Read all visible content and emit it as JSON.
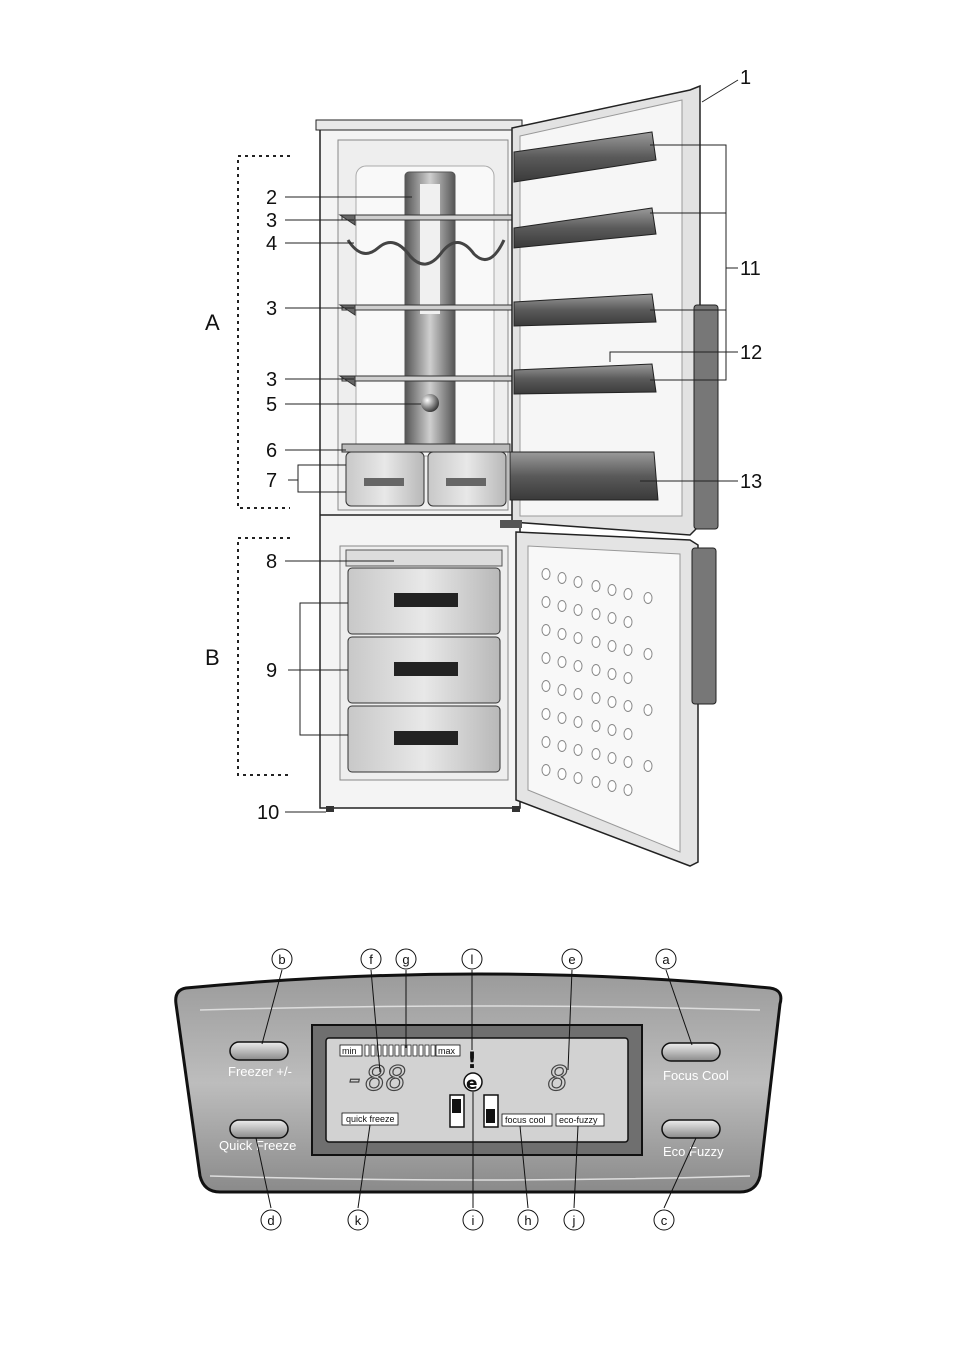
{
  "fridge": {
    "callouts": [
      "1",
      "2",
      "3",
      "4",
      "3",
      "3",
      "5",
      "6",
      "7",
      "8",
      "9",
      "10",
      "11",
      "12",
      "13"
    ],
    "sections": [
      "A",
      "B"
    ]
  },
  "panel": {
    "circle_labels_top": [
      "b",
      "f",
      "g",
      "l",
      "e",
      "a"
    ],
    "circle_labels_bottom": [
      "d",
      "k",
      "i",
      "h",
      "j",
      "c"
    ],
    "buttons": {
      "freezer": "Freezer +/-",
      "quick_freeze": "Quick Freeze",
      "focus_cool": "Focus Cool",
      "eco_fuzzy": "Eco Fuzzy"
    },
    "lcd": {
      "min": "min",
      "max": "max",
      "freezer_digits": "-88",
      "fridge_digit": "8",
      "warning": "!",
      "eco_symbol": "e",
      "quick_freeze": "quick freeze",
      "focus_cool": "focus cool",
      "eco_fuzzy": "eco-fuzzy"
    }
  }
}
